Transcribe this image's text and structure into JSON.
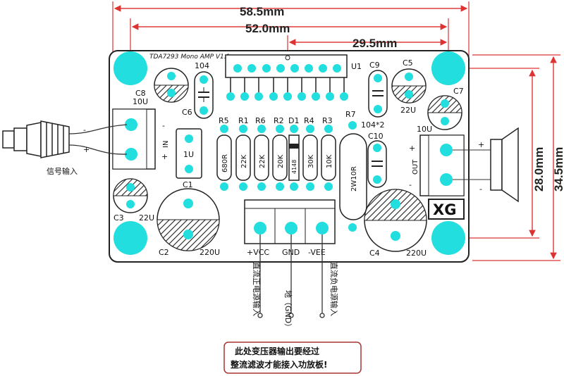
{
  "dimensions": {
    "total_width": "58.5mm",
    "hole_spacing_width": "52.0mm",
    "partial_width": "29.5mm",
    "hole_spacing_height": "28.0mm",
    "total_height": "34.5mm"
  },
  "board": {
    "title": "TDA7293 Mono AMP V1.1",
    "logo": "XG",
    "u1": "U1",
    "c6_value": "104",
    "c6": "C6",
    "c8": "C8",
    "c8_value": "10U",
    "c5": "C5",
    "c5_value": "22U",
    "c9": "C9",
    "c10": "C10",
    "c10_value": "104*2",
    "c7": "C7",
    "c7_value": "10U",
    "c1": "C1",
    "c1_value": "1U",
    "c3": "C3",
    "c3_value": "22U",
    "c2": "C2",
    "c2_value": "220U",
    "c4": "C4",
    "c4_value": "220U",
    "r7": "R7",
    "r7_value": "2W10R",
    "in_plus": "+",
    "in_label": "IN",
    "in_minus": "-",
    "out_plus": "+",
    "out_label": "OUT",
    "out_minus": "-",
    "vcc": "+VCC",
    "gnd": "GND",
    "vee": "-VEE",
    "resistors": [
      {
        "ref": "R5",
        "value": "680R"
      },
      {
        "ref": "R1",
        "value": "22K"
      },
      {
        "ref": "R6",
        "value": "22K"
      },
      {
        "ref": "R2",
        "value": "20K"
      },
      {
        "ref": "D1",
        "value": "4148"
      },
      {
        "ref": "R4",
        "value": "30K"
      },
      {
        "ref": "R3",
        "value": "10K"
      }
    ]
  },
  "external": {
    "signal_input": "信号输入",
    "jack_minus": "-",
    "jack_plus": "+",
    "speaker_plus": "+",
    "speaker_minus": "-",
    "vcc_caption": "直流正电源输入",
    "gnd_caption": "地（GND）",
    "vee_caption": "直流负电源输入",
    "note_line1": "此处变压器输出要经过",
    "note_line2": "整流滤波才能接入功放板!"
  }
}
